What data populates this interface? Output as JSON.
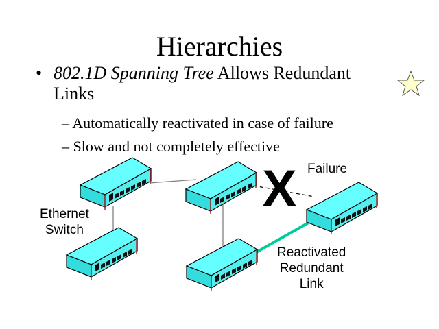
{
  "slide": {
    "title": "Hierarchies",
    "bullet": {
      "marker": "•",
      "italic_part": "802.1D Spanning Tree",
      "rest_line1": " Allows Redundant",
      "rest_line2": "Links"
    },
    "sub_bullets": [
      "– Automatically reactivated in case of failure",
      "– Slow and not completely effective"
    ],
    "icon": "star-icon"
  },
  "diagram": {
    "labels": {
      "switch": [
        "Ethernet",
        "Switch"
      ],
      "failure": "Failure",
      "failure_mark": "X",
      "redundant": [
        "Reactivated",
        "Redundant",
        "Link"
      ]
    },
    "colors": {
      "switch_fill": "#66ffff",
      "switch_side": "#33cccc",
      "active_link": "#808080",
      "failed_link": "#000000",
      "redundant_link": "#00cc99",
      "star_fill": "#ffffcc"
    }
  }
}
